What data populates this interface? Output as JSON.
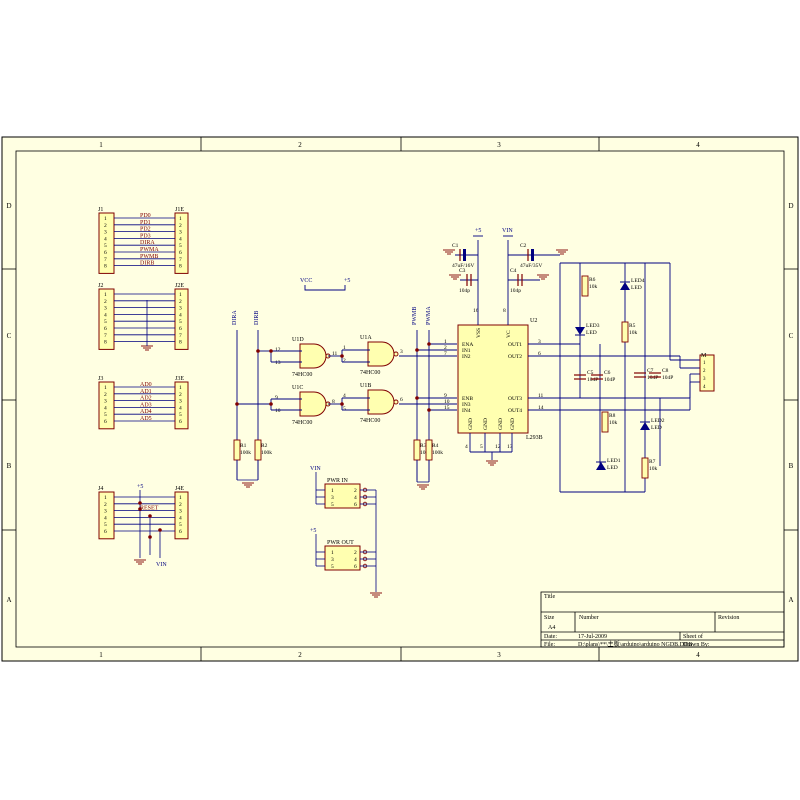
{
  "frame": {
    "columns": [
      "1",
      "2",
      "3",
      "4"
    ],
    "rows": [
      "D",
      "C",
      "B",
      "A"
    ]
  },
  "headers": [
    {
      "ref": "J1",
      "ref2": "J1E",
      "pins": [
        "1",
        "2",
        "3",
        "4",
        "5",
        "6",
        "7",
        "8"
      ],
      "nets": [
        "PD0",
        "PD1",
        "PD2",
        "PD3",
        "DIRA",
        "PWMA",
        "PWMB",
        "DIRB"
      ]
    },
    {
      "ref": "J2",
      "ref2": "J2E",
      "pins": [
        "1",
        "2",
        "3",
        "4",
        "5",
        "6",
        "7",
        "8"
      ],
      "nets": []
    },
    {
      "ref": "J3",
      "ref2": "J3E",
      "pins": [
        "1",
        "2",
        "3",
        "4",
        "5",
        "6"
      ],
      "nets": [
        "AD0",
        "AD1",
        "AD2",
        "AD3",
        "AD4",
        "AD5"
      ]
    },
    {
      "ref": "J4",
      "ref2": "J4E",
      "pins": [
        "1",
        "2",
        "3",
        "4",
        "5",
        "6"
      ],
      "nets": [
        "",
        "",
        "RESET",
        "",
        "",
        ""
      ]
    }
  ],
  "power": {
    "vcc": "VCC",
    "p5": "+5",
    "vin": "VIN",
    "p5b": "+5",
    "vin_j4": "VIN",
    "p5_j4": "+5"
  },
  "nets": {
    "dira": "DIRA",
    "dirb": "DIRB",
    "pwmb": "PWMB",
    "pwma": "PWMA"
  },
  "gates": [
    {
      "ref": "U1D",
      "part": "74HC00",
      "in1": "12",
      "in2": "13",
      "out": "11"
    },
    {
      "ref": "U1A",
      "part": "74HC00",
      "in1": "1",
      "in2": "2",
      "out": "3"
    },
    {
      "ref": "U1C",
      "part": "74HC00",
      "in1": "9",
      "in2": "10",
      "out": "8"
    },
    {
      "ref": "U1B",
      "part": "74HC00",
      "in1": "4",
      "in2": "5",
      "out": "6"
    }
  ],
  "resistors": [
    {
      "ref": "R1",
      "value": "100k"
    },
    {
      "ref": "R2",
      "value": "100k"
    },
    {
      "ref": "R3",
      "value": "100k"
    },
    {
      "ref": "R4",
      "value": "100k"
    },
    {
      "ref": "R5",
      "value": "10k"
    },
    {
      "ref": "R6",
      "value": "10k"
    },
    {
      "ref": "R7",
      "value": "10k"
    },
    {
      "ref": "R8",
      "value": "10k"
    }
  ],
  "capacitors": [
    {
      "ref": "C1",
      "value": "47uF/16V"
    },
    {
      "ref": "C2",
      "value": "47uF/35V"
    },
    {
      "ref": "C3",
      "value": "104p"
    },
    {
      "ref": "C4",
      "value": "104p"
    },
    {
      "ref": "C5",
      "value": "104P"
    },
    {
      "ref": "C6",
      "value": "104P"
    },
    {
      "ref": "C7",
      "value": "104P"
    },
    {
      "ref": "C8",
      "value": "104P"
    }
  ],
  "leds": [
    {
      "ref": "LED1",
      "part": "LED"
    },
    {
      "ref": "LED2",
      "part": "LED"
    },
    {
      "ref": "LED3",
      "part": "LED"
    },
    {
      "ref": "LED4",
      "part": "LED"
    }
  ],
  "driver": {
    "ref": "U2",
    "part": "L293B",
    "left_pins": [
      [
        "ENA",
        "1"
      ],
      [
        "IN1",
        "2"
      ],
      [
        "IN2",
        "7"
      ],
      [
        "ENB",
        "9"
      ],
      [
        "IN3",
        "10"
      ],
      [
        "IN4",
        "15"
      ]
    ],
    "right_pins": [
      [
        "OUT1",
        "3"
      ],
      [
        "OUT2",
        "6"
      ],
      [
        "OUT3",
        "11"
      ],
      [
        "OUT4",
        "14"
      ]
    ],
    "top_pins": [
      [
        "VSS",
        "16"
      ],
      [
        "VC",
        "8"
      ]
    ],
    "gnd_pins": [
      [
        "GND",
        "4"
      ],
      [
        "GND",
        "5"
      ],
      [
        "GND",
        "12"
      ],
      [
        "GND",
        "13"
      ]
    ]
  },
  "motor": {
    "ref": "M",
    "pins": [
      "1",
      "2",
      "3",
      "4"
    ]
  },
  "pwr_in": {
    "label": "PWR IN",
    "pins_l": [
      "1",
      "3",
      "5"
    ],
    "pins_r": [
      "2",
      "4",
      "6"
    ]
  },
  "pwr_out": {
    "label": "PWR OUT",
    "pins_l": [
      "1",
      "3",
      "5"
    ],
    "pins_r": [
      "2",
      "4",
      "6"
    ]
  },
  "title_block": {
    "title": "Title",
    "size_label": "Size",
    "size": "A4",
    "number_label": "Number",
    "revision_label": "Revision",
    "date_label": "Date:",
    "date": "17-Jul-2009",
    "sheet_label": "Sheet    of",
    "file_label": "File:",
    "file": "D:\\plans\\**\\主板\\arduino\\arduino  NGDB.DDB",
    "drawn_by": "Drawn By:"
  },
  "colors": {
    "paper": "#ffffe2",
    "line": "#000080",
    "part": "#800000",
    "frame": "#000000"
  }
}
